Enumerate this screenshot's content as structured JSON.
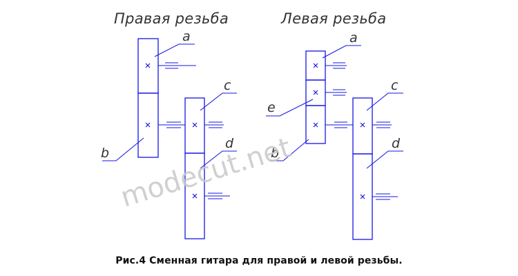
{
  "headings": {
    "right": "Правая резьба",
    "left": "Левая резьба"
  },
  "labels": {
    "right_a": "a",
    "right_b": "b",
    "right_c": "c",
    "right_d": "d",
    "left_a": "a",
    "left_e": "e",
    "left_b": "b",
    "left_c": "c",
    "left_d": "d"
  },
  "watermark": "modecut.net",
  "caption": "Рис.4 Сменная гитара для правой и левой резьбы.",
  "colors": {
    "line": "#1515e6",
    "text": "#333333",
    "watermark": "#c8c8c8"
  }
}
